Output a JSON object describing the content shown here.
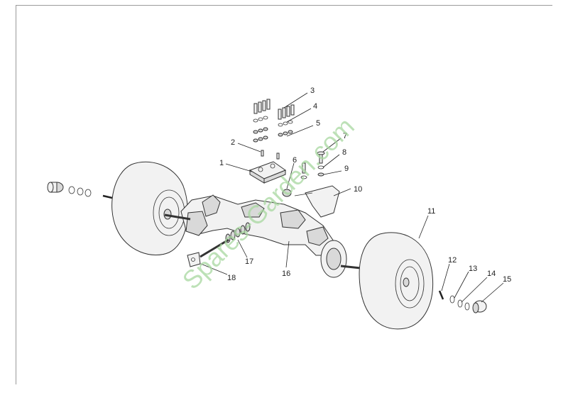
{
  "diagram": {
    "watermark": "Spares-Garden.com",
    "callouts": [
      "1",
      "2",
      "3",
      "4",
      "5",
      "6",
      "7",
      "8",
      "9",
      "10",
      "11",
      "12",
      "13",
      "14",
      "15",
      "16",
      "17",
      "18"
    ]
  }
}
